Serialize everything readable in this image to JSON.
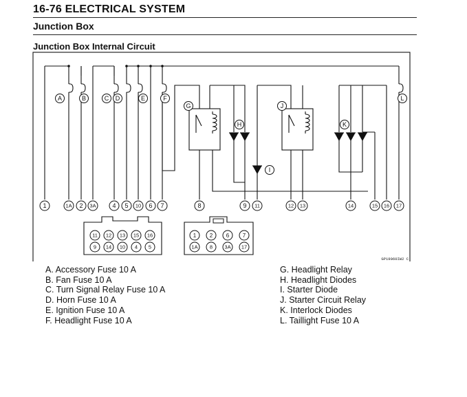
{
  "header": {
    "title": "16-76 ELECTRICAL SYSTEM",
    "subtitle": "Junction Box"
  },
  "section_title": "Junction Box Internal Circuit",
  "diagram": {
    "component_letters": [
      "A",
      "B",
      "C",
      "D",
      "E",
      "F",
      "G",
      "H",
      "I",
      "J",
      "K",
      "L"
    ],
    "terminals": [
      "1",
      "1A",
      "2",
      "3A",
      "4",
      "5",
      "10",
      "6",
      "7",
      "8",
      "9",
      "11",
      "12",
      "13",
      "14",
      "15",
      "16",
      "17"
    ],
    "connector_left": {
      "top_row": [
        "11",
        "12",
        "13",
        "15",
        "16"
      ],
      "bottom_row": [
        "9",
        "14",
        "10",
        "4",
        "5"
      ]
    },
    "connector_right": {
      "top_row": [
        "1",
        "2",
        "6",
        "7"
      ],
      "bottom_row": [
        "1A",
        "8",
        "3A",
        "17"
      ]
    },
    "figure_code": "GP19060IW2 C"
  },
  "legend": {
    "left": [
      "A. Accessory Fuse 10 A",
      "B. Fan Fuse 10 A",
      "C. Turn Signal Relay Fuse 10 A",
      "D. Horn Fuse 10 A",
      "E. Ignition Fuse 10 A",
      "F. Headlight Fuse 10 A"
    ],
    "right": [
      "G. Headlight Relay",
      "H. Headlight Diodes",
      "I. Starter Diode",
      "J. Starter Circuit Relay",
      "K. Interlock Diodes",
      "L. Taillight Fuse 10 A"
    ]
  }
}
